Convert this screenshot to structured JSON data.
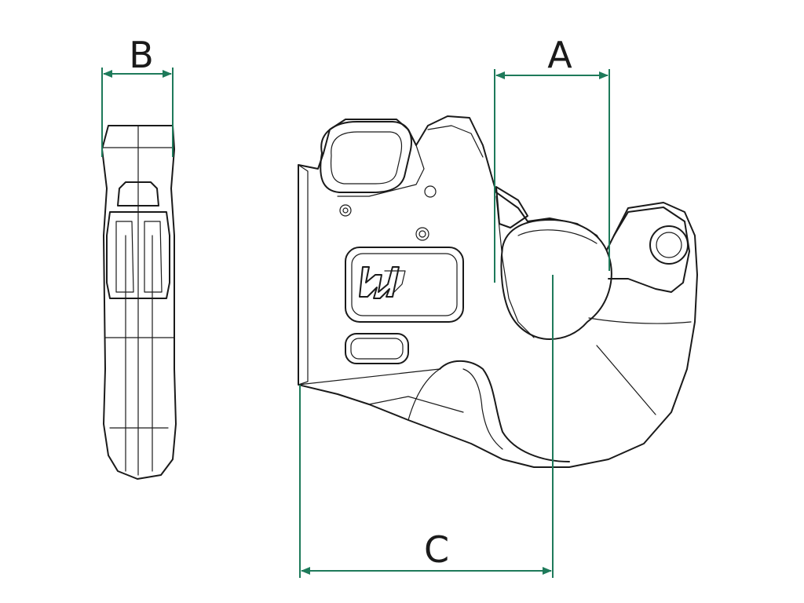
{
  "dimensions": {
    "a": {
      "label": "A"
    },
    "b": {
      "label": "B"
    },
    "c": {
      "label": "C"
    }
  },
  "colors": {
    "dimension_line": "#1e7a5a",
    "outline": "#1a1a1a",
    "background": "#ffffff"
  },
  "icons": {
    "logo": "ww-logo-icon"
  }
}
